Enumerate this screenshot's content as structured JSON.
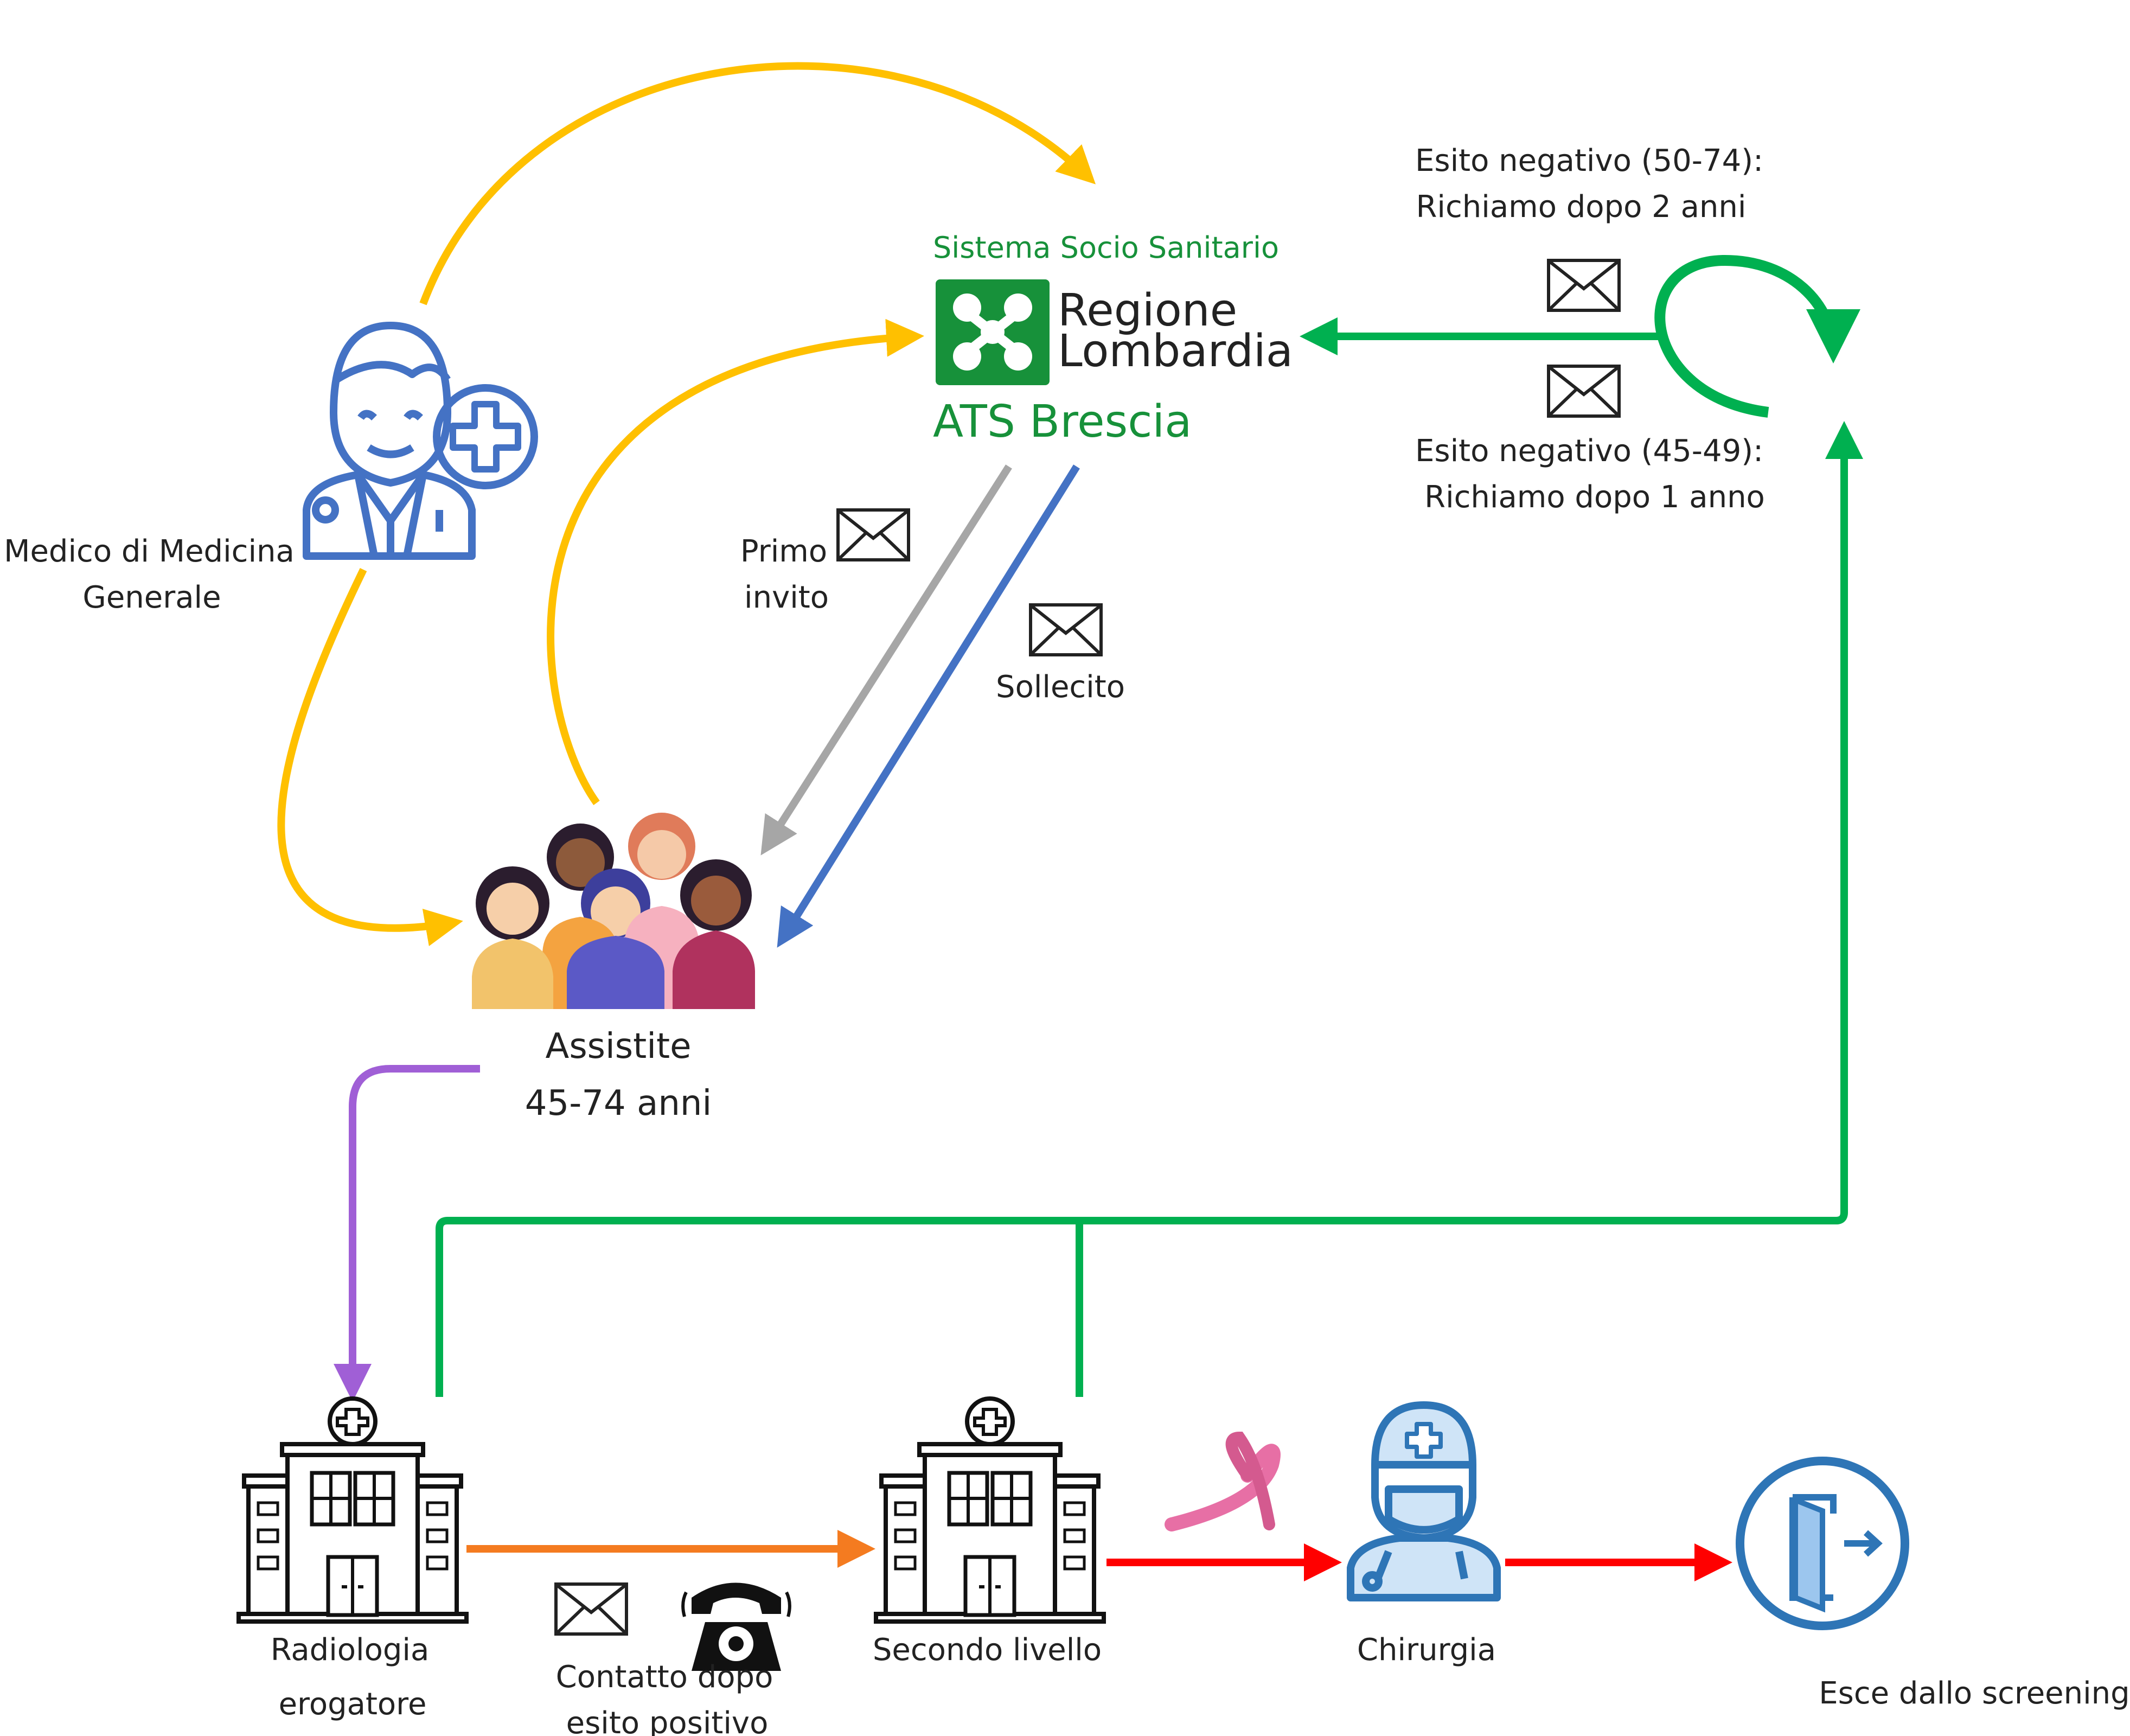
{
  "logo": {
    "top_text": "Sistema Socio Sanitario",
    "line1": "Regione",
    "line2": "Lombardia",
    "ats": "ATS Brescia",
    "green": "#17913A"
  },
  "actors": {
    "gp": {
      "line1": "Medico di Medicina",
      "line2": "Generale"
    },
    "assistite": {
      "line1": "Assistite",
      "line2": "45-74 anni"
    },
    "radiologia": {
      "line1": "Radiologia",
      "line2": "erogatore"
    },
    "secondo": {
      "line1": "Secondo livello"
    },
    "chirurgia": {
      "line1": "Chirurgia"
    },
    "esce": {
      "line1": "Esce dallo screening"
    }
  },
  "edges": {
    "primo": {
      "line1": "Primo",
      "line2": "invito"
    },
    "sollecito": {
      "line1": "Sollecito"
    },
    "contatto": {
      "line1": "Contatto dopo",
      "line2": "esito positivo"
    },
    "neg_50": {
      "line1": "Esito negativo (50-74):",
      "line2": "Richiamo dopo 2 anni"
    },
    "neg_45": {
      "line1": "Esito negativo (45-49):",
      "line2": "Richiamo dopo 1 anno"
    }
  },
  "colors": {
    "yellow": "#FFC000",
    "green": "#00B050",
    "gray": "#A6A6A6",
    "blue": "#4472C4",
    "purple": "#A05FD6",
    "orange": "#F47B20",
    "red": "#FF0000",
    "icon_blue": "#2E75B6",
    "pink": "#E76FA5"
  }
}
